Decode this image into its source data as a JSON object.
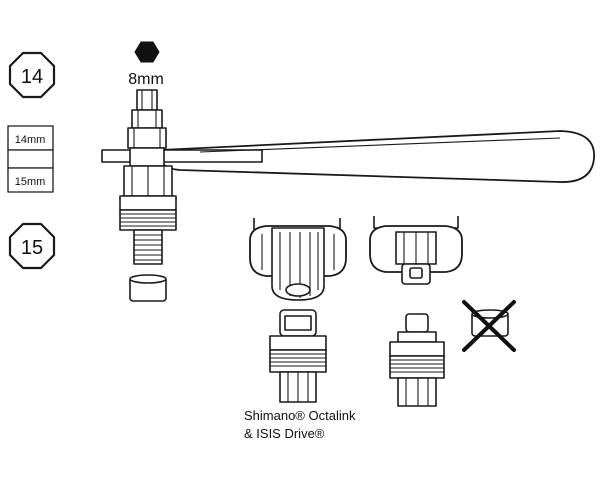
{
  "labels": {
    "hex_size": "8mm",
    "socket_14": "14",
    "socket_15": "15",
    "spacer_top": "14mm",
    "spacer_bottom": "15mm",
    "caption_line1": "Shimano® Octalink",
    "caption_line2": "& ISIS Drive®"
  },
  "icons": [
    "hex-8mm-icon",
    "octagon-14-icon",
    "octagon-15-icon",
    "not-allowed-x-icon"
  ],
  "colors": {
    "ink": "#111111",
    "paper": "#ffffff"
  }
}
